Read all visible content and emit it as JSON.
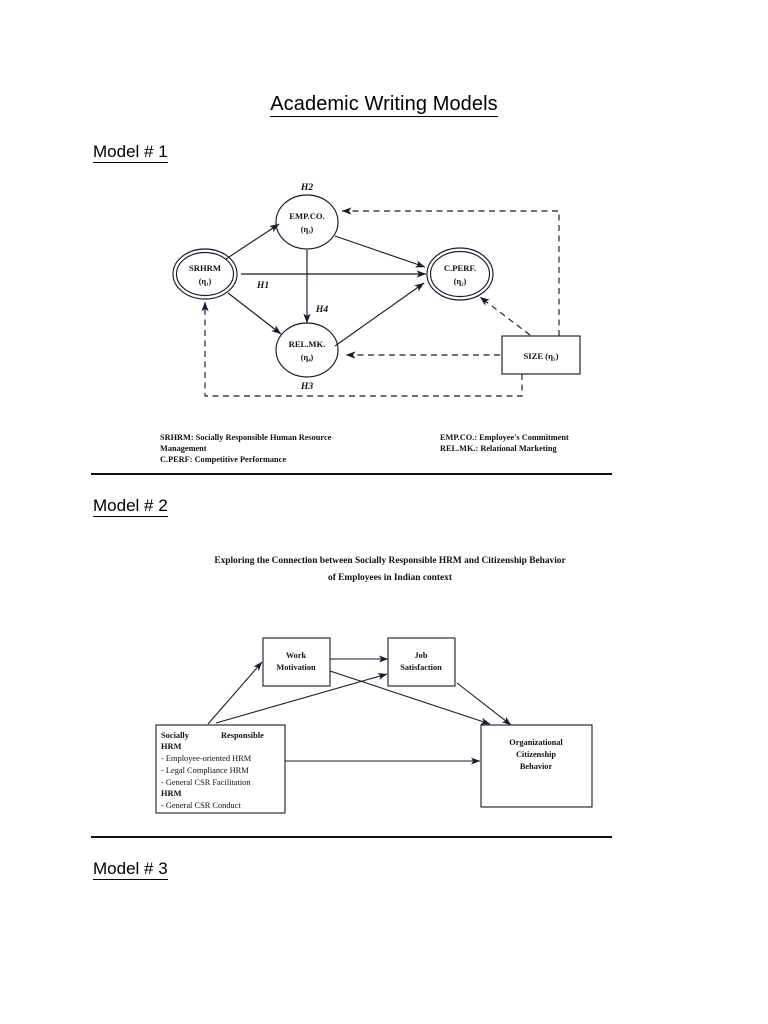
{
  "document": {
    "title": "Academic Writing Models"
  },
  "sections": [
    {
      "heading": "Model # 1"
    },
    {
      "heading": "Model # 2"
    },
    {
      "heading": "Model # 3"
    }
  ],
  "model1": {
    "nodes": {
      "srhrm": {
        "label": "SRHRM",
        "eta": "(η₁)"
      },
      "empco": {
        "label": "EMP.CO.",
        "eta": "(η₃)"
      },
      "relmk": {
        "label": "REL.MK.",
        "eta": "(η₄)"
      },
      "cperf": {
        "label": "C.PERF.",
        "eta": "(η₂)"
      },
      "size": {
        "label": "SIZE (η₅)"
      }
    },
    "hypotheses": {
      "h1": "H1",
      "h2": "H2",
      "h3": "H3",
      "h4": "H4"
    },
    "legend": {
      "left": [
        "SRHRM: Socially Responsible Human Resource",
        "Management",
        "C.PERF: Competitive Performance"
      ],
      "right": [
        "EMP.CO.: Employee's Commitment",
        "REL.MK.: Relational Marketing"
      ]
    }
  },
  "model2": {
    "title_line1": "Exploring the Connection between Socially Responsible HRM and Citizenship Behavior",
    "title_line2": "of Employees in Indian context",
    "boxes": {
      "work_motivation": {
        "line1": "Work",
        "line2": "Motivation"
      },
      "job_satisfaction": {
        "line1": "Job",
        "line2": "Satisfaction"
      },
      "ocb": {
        "line1": "Organizational",
        "line2": "Citizenship",
        "line3": "Behavior"
      },
      "srhrm": {
        "title_line1": "Socially",
        "title_line2": "Responsible",
        "title_line3": "HRM",
        "items": [
          "- Employee-oriented HRM",
          "- Legal Compliance HRM",
          "- General CSR Facilitation",
          "HRM",
          "- General CSR Conduct"
        ]
      }
    }
  },
  "colors": {
    "ink": "#000000",
    "rule": "#111111",
    "figure_stroke": "#1a1a2e",
    "page_background": "#ffffff"
  }
}
